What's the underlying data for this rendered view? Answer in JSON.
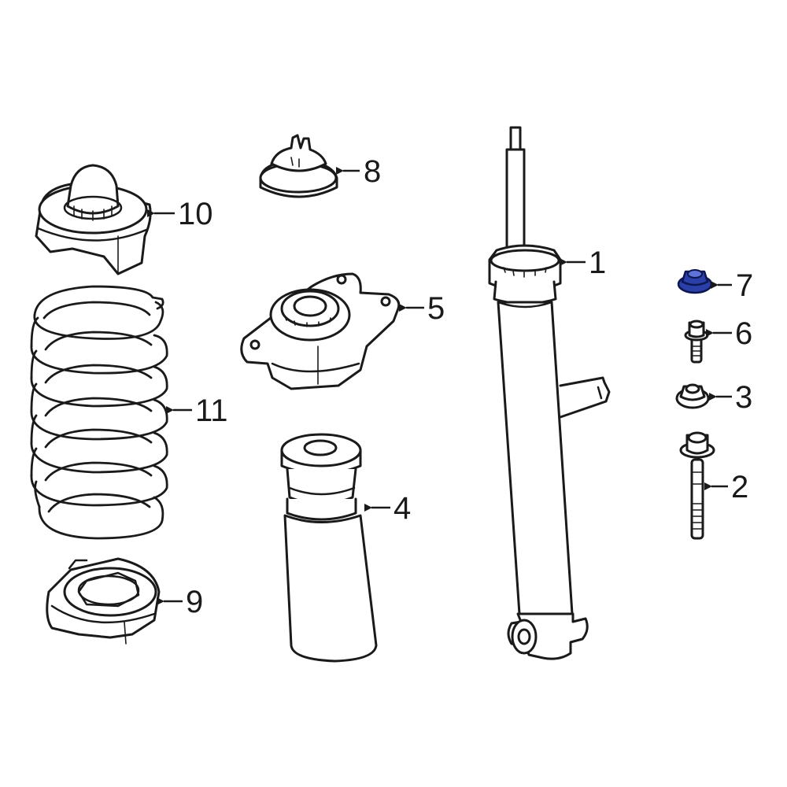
{
  "callouts": {
    "c1": "1",
    "c2": "2",
    "c3": "3",
    "c4": "4",
    "c5": "5",
    "c6": "6",
    "c7": "7",
    "c8": "8",
    "c9": "9",
    "c10": "10",
    "c11": "11"
  },
  "highlight_part": "7",
  "colors": {
    "line": "#1a1a1a",
    "highlight": "#2b3fa8",
    "background": "#ffffff"
  }
}
